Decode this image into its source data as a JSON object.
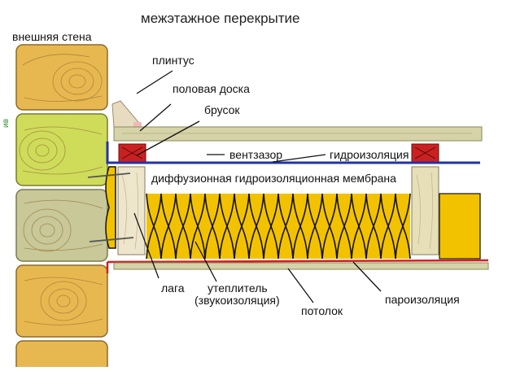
{
  "title": "межэтажное перекрытие",
  "labels": {
    "outer_wall": "внешняя стена",
    "plinth": "плинтус",
    "floor_board": "половая доска",
    "bar": "брусок",
    "vent_gap": "вентзазор",
    "waterproofing": "гидроизоляция",
    "diffusion_membrane": "диффузионная гидроизоляционная мембрана",
    "joist": "лага",
    "insulation_line1": "утеплитель",
    "insulation_line2": "(звукоизоляция)",
    "ceiling": "потолок",
    "vapor_barrier": "пароизоляция",
    "wall_mark": "ив"
  },
  "colors": {
    "log_yellow": "#e8b850",
    "log_green": "#cfdc5a",
    "log_beige": "#c8c898",
    "wood_board": "#d6d3a8",
    "joist_wood": "#eee6cc",
    "red_bar": "#cc2020",
    "blue_membrane": "#2233aa",
    "red_vapor": "#cc2222",
    "insulation": "#f2c200",
    "insulation_outline": "#111111"
  }
}
